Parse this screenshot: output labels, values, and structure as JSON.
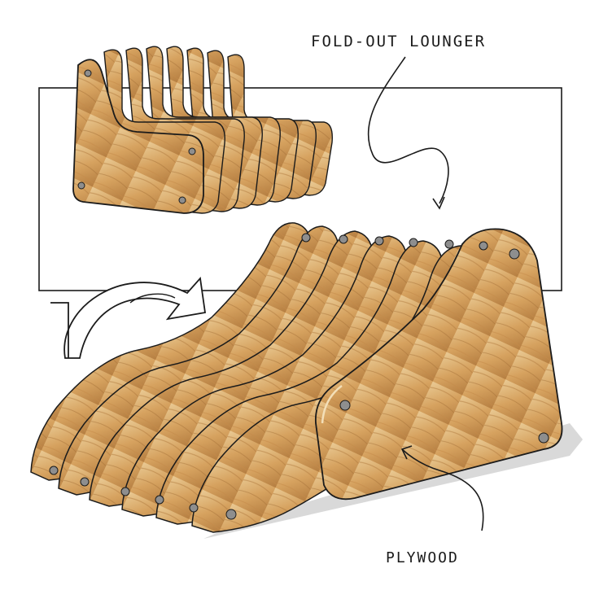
{
  "annotations": {
    "title": "FOLD-OUT LOUNGER",
    "material": "PLYWOOD"
  },
  "colors": {
    "ink": "#1b1b1b",
    "wood_light": "#e7c892",
    "wood_mid": "#d2a05e",
    "wood_dark": "#a8723a",
    "edge": "#f3dfb8",
    "shadow": "#c9c9c9",
    "bolt": "#8e8e8e"
  },
  "icons": {
    "flip_arrow": "curved-arrow-icon",
    "compact_view": "folded-lounger-illustration",
    "expanded_view": "unfolded-lounger-illustration"
  }
}
